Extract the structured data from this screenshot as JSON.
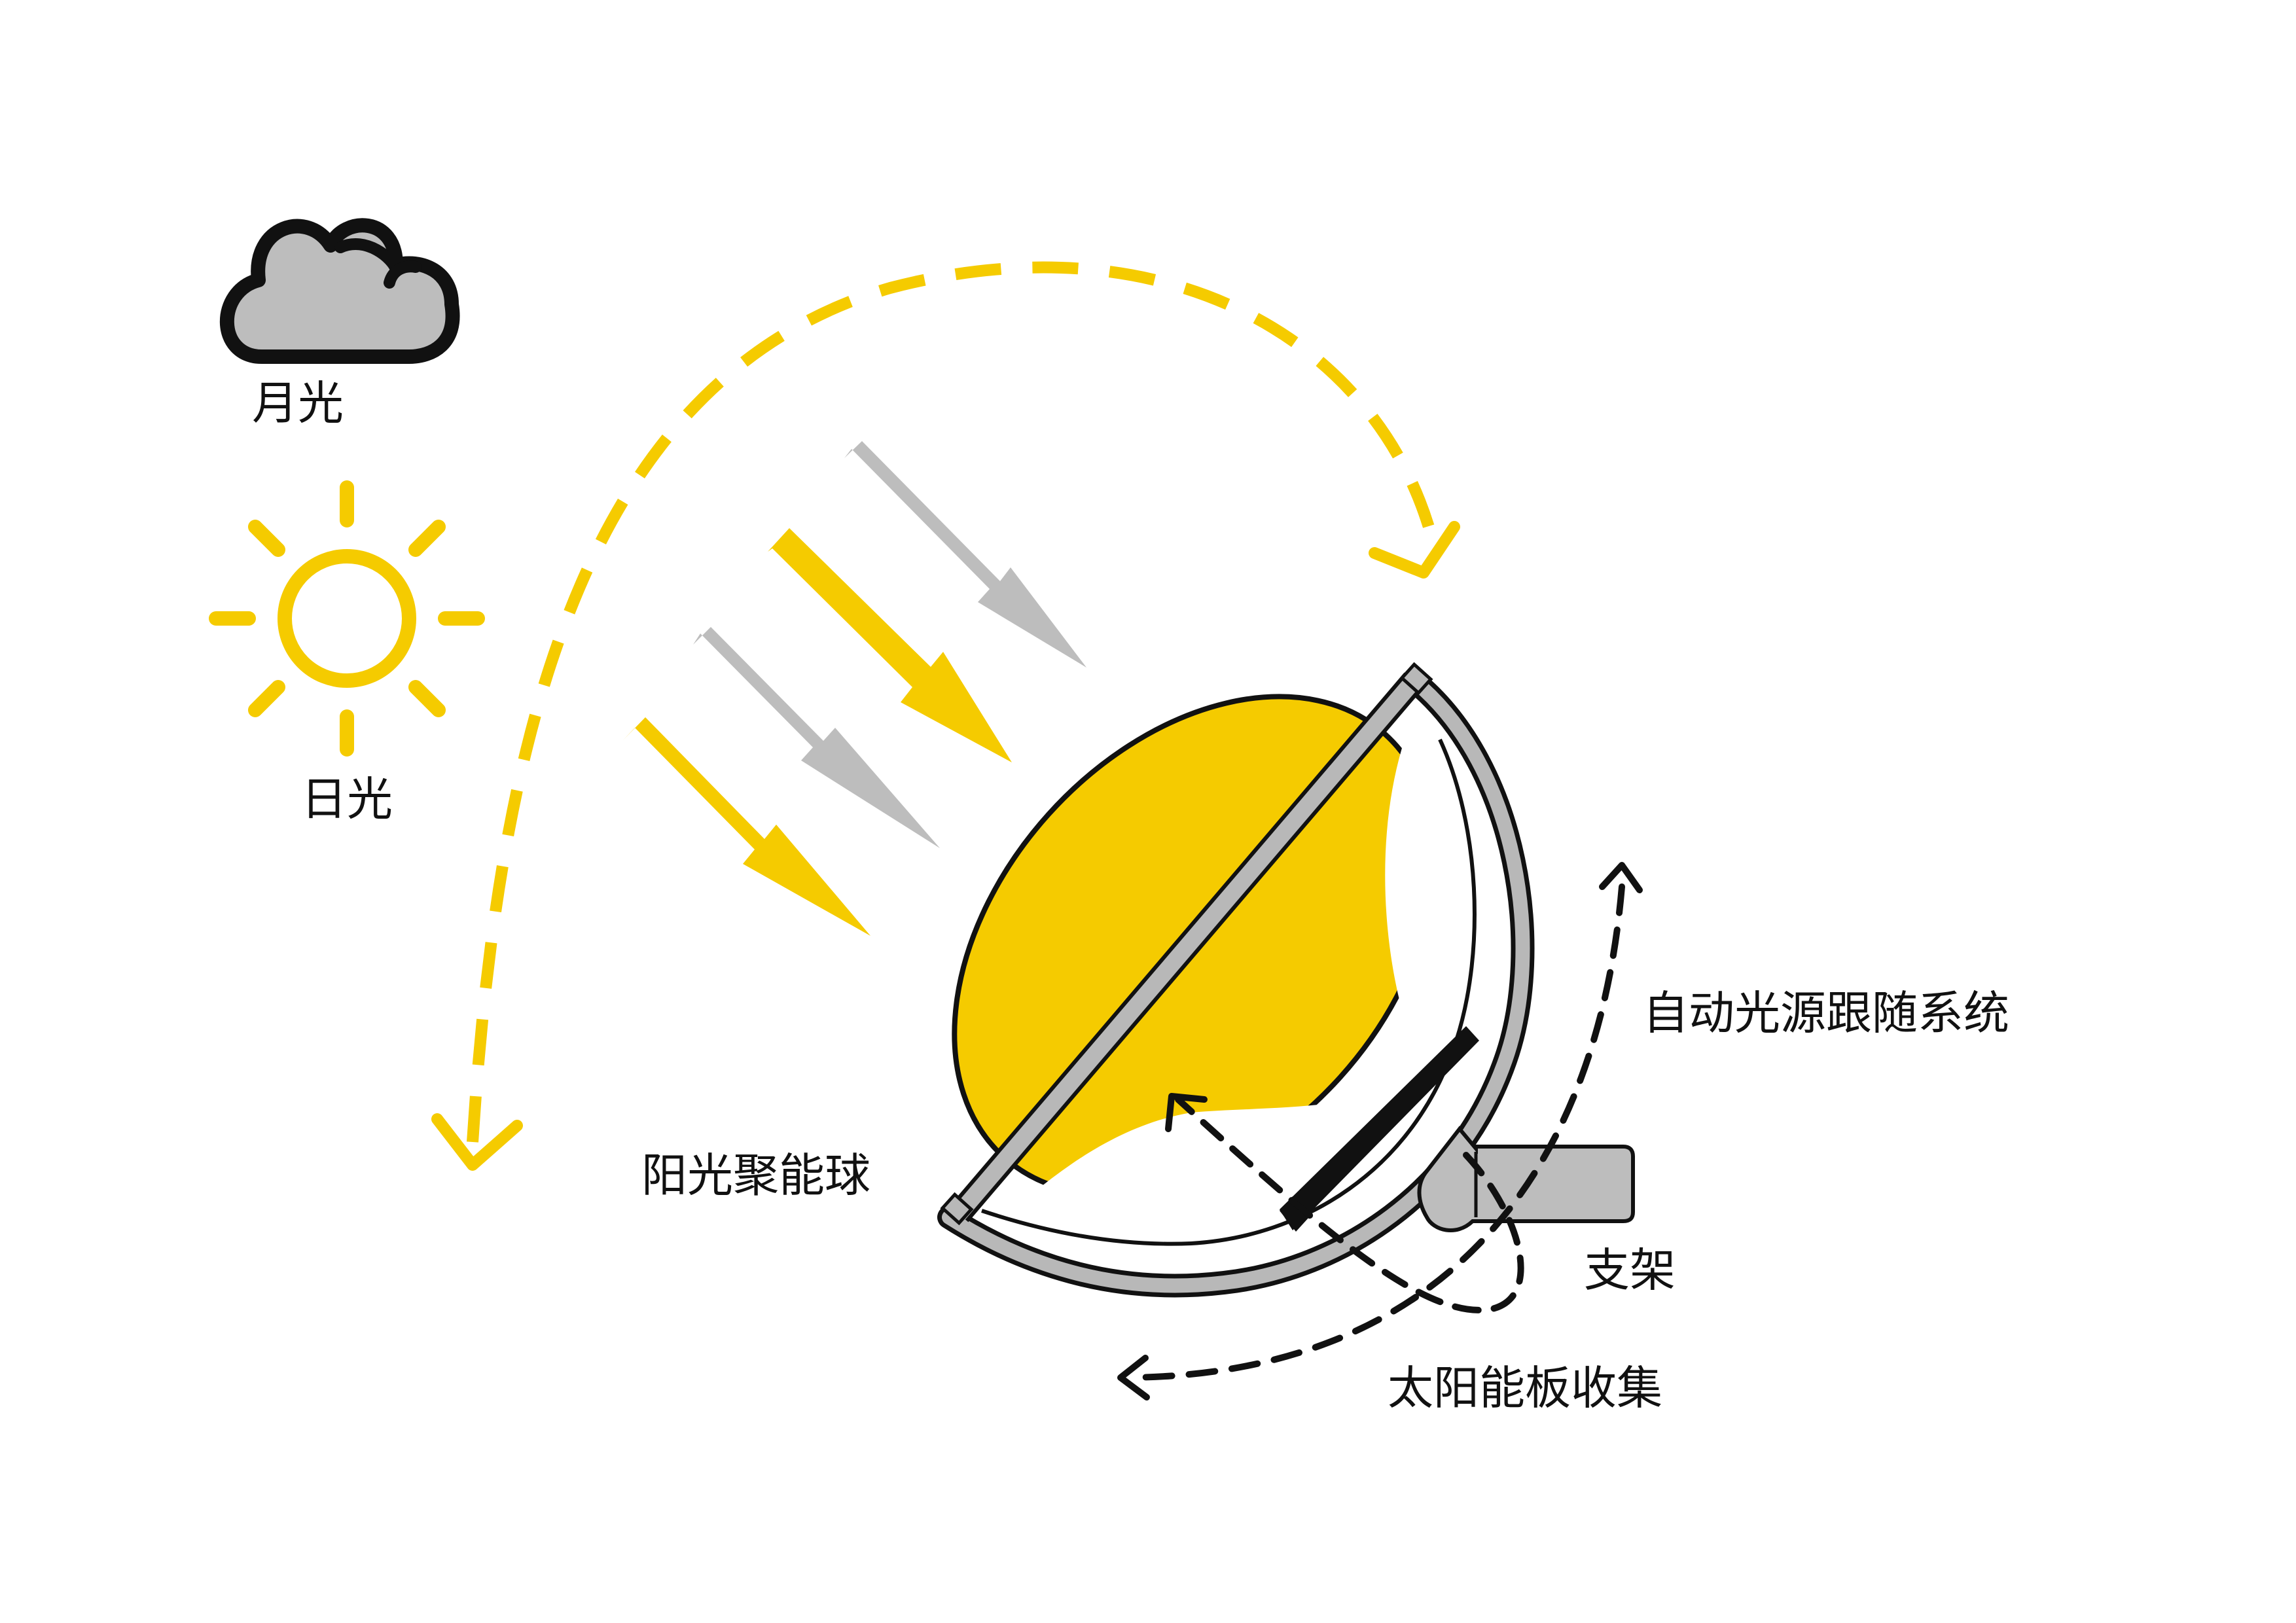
{
  "labels": {
    "moonlight": "月光",
    "sunlight": "日光",
    "tracking_system": "自动光源跟随系统",
    "sun_ball": "阳光聚能球",
    "bracket": "支架",
    "solar_panel": "太阳能板收集"
  },
  "colors": {
    "sun_yellow": "#F5CB00",
    "ray_gray": "#BDBDBD",
    "cloud_gray": "#BDBDBD",
    "frame_gray": "#B8B8B8",
    "outline": "#111111"
  }
}
